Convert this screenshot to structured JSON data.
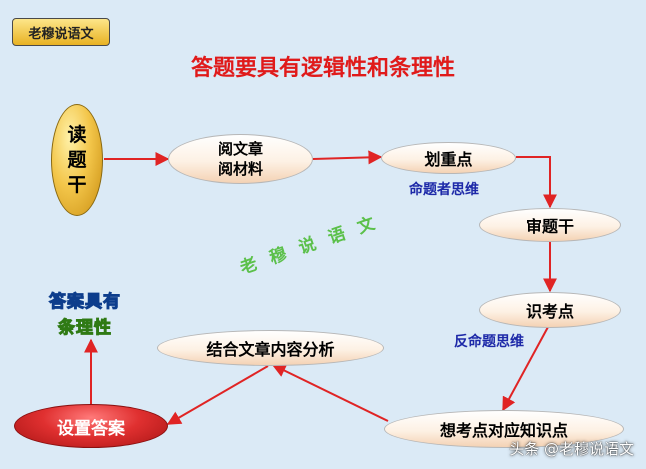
{
  "logo_text": "老穆说语文",
  "title": "答题要具有逻辑性和条理性",
  "nodes": {
    "read": "读\n题\n干",
    "material": "阅文章\n阅材料",
    "keypoints": "划重点",
    "review": "审题干",
    "identify": "识考点",
    "knowledge": "想考点对应知识点",
    "combine": "结合文章内容分析",
    "answer": "设置答案"
  },
  "labels": {
    "setter": "命题者思维",
    "reverse": "反命题思维"
  },
  "watermark": "老穆说语文",
  "conclusion": {
    "line1": "答案具有",
    "line2": "条理性"
  },
  "footer": "头条 @老穆说语文",
  "colors": {
    "background": "#dbeaf6",
    "arrow": "#e02424",
    "title": "#e01a1a",
    "blue_label": "#1d29a8",
    "answer_node": "#d92828",
    "read_node": "#e8b223"
  }
}
